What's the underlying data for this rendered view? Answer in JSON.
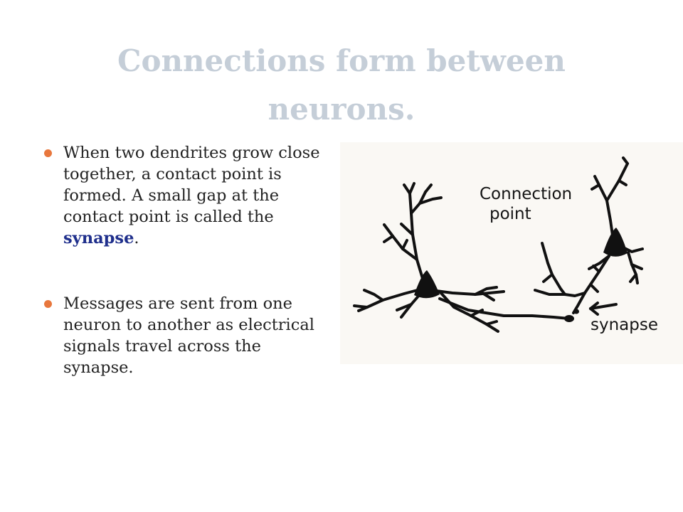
{
  "slide": {
    "title_line1": "Connections form between",
    "title_line2": "neurons.",
    "accent_color": "#e8773d",
    "keyword_color": "#1f2f8c",
    "title_color": "#c5ced8"
  },
  "bullets": [
    {
      "bullet_icon": "orange-dot",
      "before_keyword": "When two dendrites grow close together, a contact point is formed.  A small gap at the contact point is called the ",
      "keyword": "synapse",
      "after_keyword": "."
    },
    {
      "bullet_icon": "orange-dot",
      "text": "Messages are sent from one neuron to another as electrical signals travel across the synapse."
    }
  ],
  "figure": {
    "label_connection_line1": "Connection",
    "label_connection_line2": "point",
    "label_synapse": "synapse"
  }
}
